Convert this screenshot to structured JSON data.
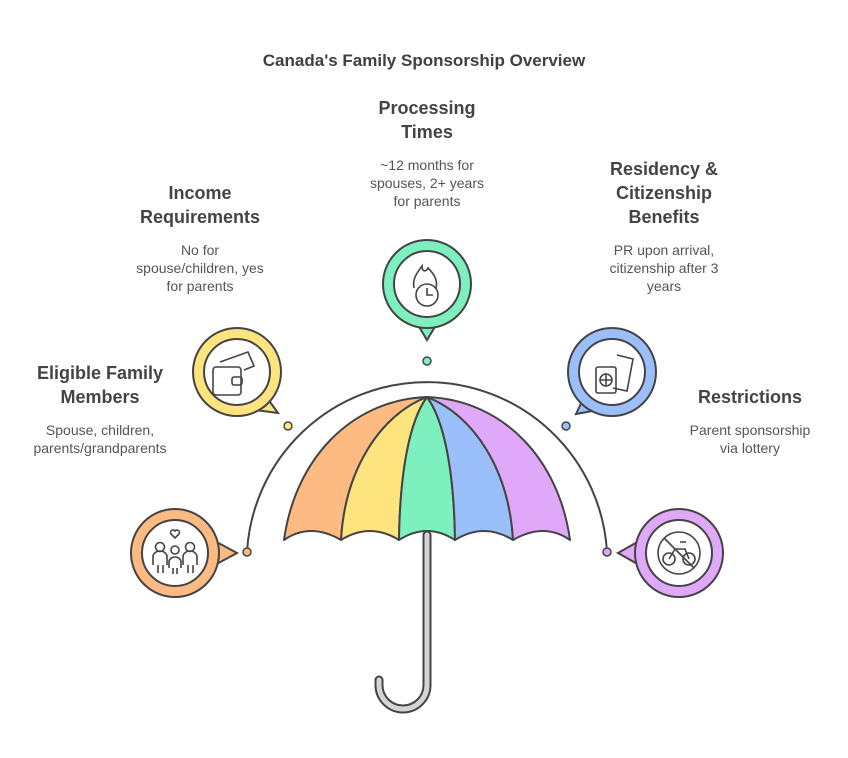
{
  "title": "Canada's Family Sponsorship Overview",
  "items": [
    {
      "heading_lines": [
        "Eligible Family",
        "Members"
      ],
      "description_lines": [
        "Spouse, children,",
        "parents/grandparents"
      ],
      "icon": "family-icon",
      "color": "#FDBA83"
    },
    {
      "heading_lines": [
        "Income",
        "Requirements"
      ],
      "description_lines": [
        "No for",
        "spouse/children, yes",
        "for parents"
      ],
      "icon": "wallet-money-icon",
      "color": "#FDE47F"
    },
    {
      "heading_lines": [
        "Processing",
        "Times"
      ],
      "description_lines": [
        "~12 months for",
        "spouses, 2+ years",
        "for parents"
      ],
      "icon": "clock-fire-icon",
      "color": "#7EF0C0"
    },
    {
      "heading_lines": [
        "Residency &",
        "Citizenship",
        "Benefits"
      ],
      "description_lines": [
        "PR upon arrival,",
        "citizenship after 3",
        "years"
      ],
      "icon": "passport-ticket-icon",
      "color": "#9BBFFA"
    },
    {
      "heading_lines": [
        "Restrictions"
      ],
      "description_lines": [
        "Parent sponsorship",
        "via lottery"
      ],
      "icon": "no-bicycle-icon",
      "color": "#E0A8F8"
    }
  ]
}
